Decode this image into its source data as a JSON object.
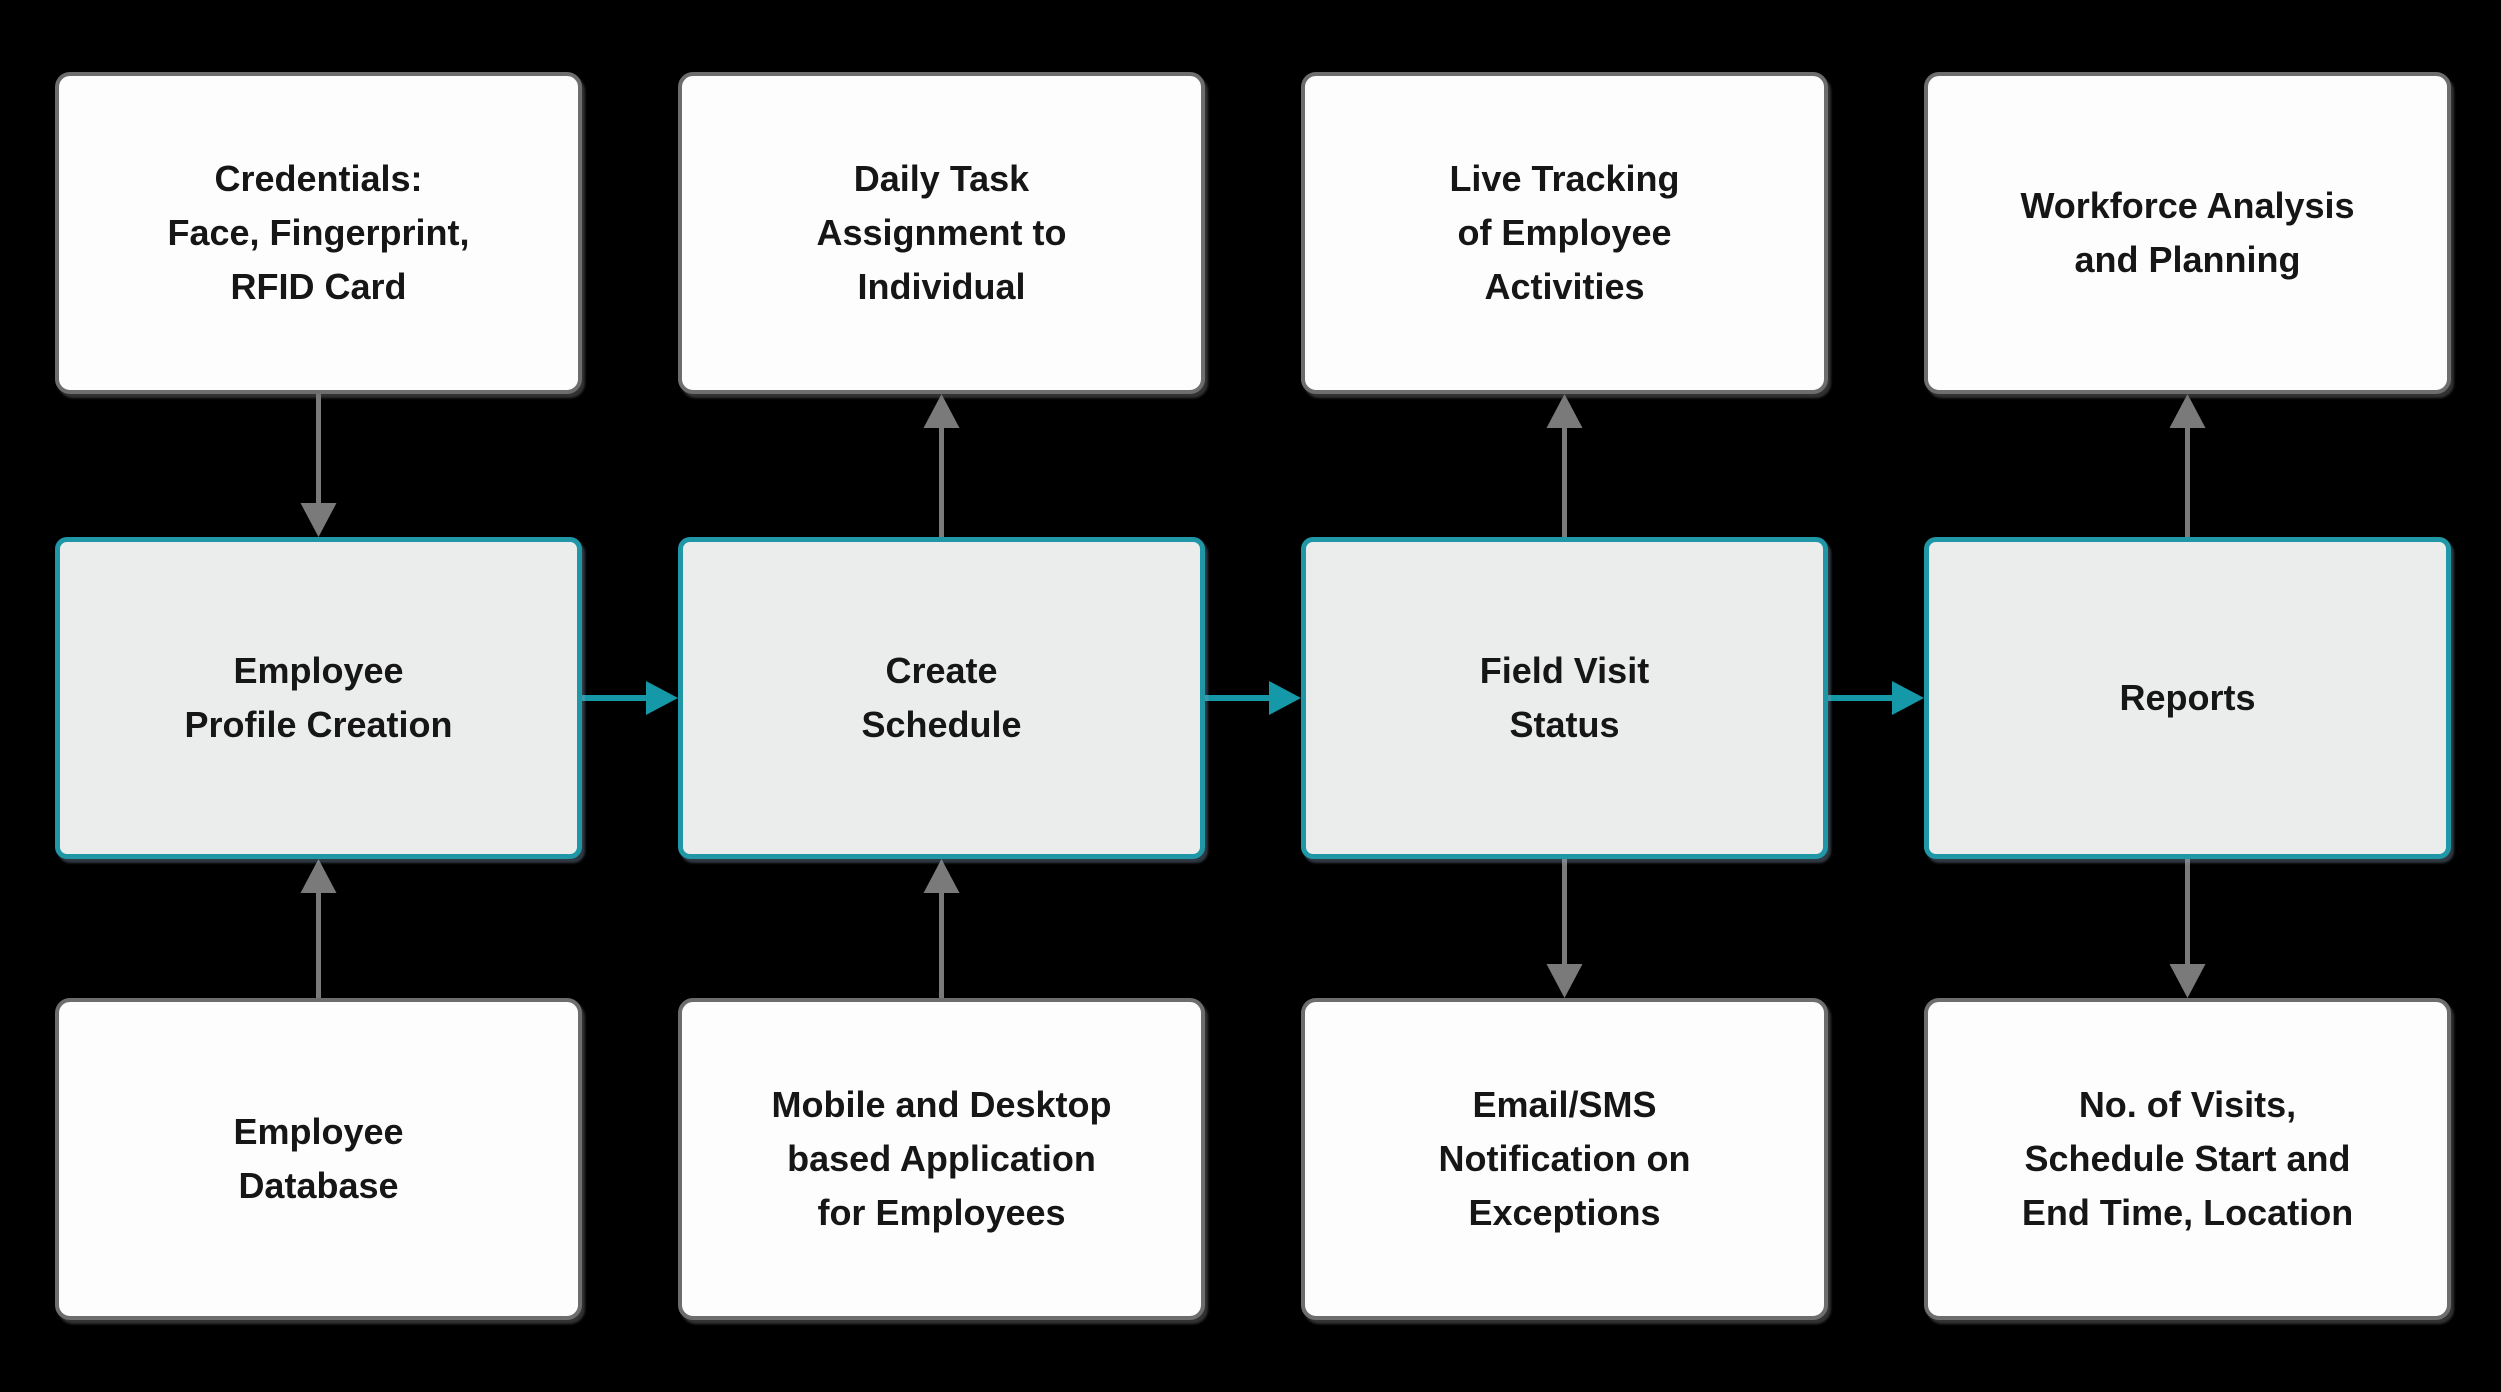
{
  "diagram": {
    "background_color": "#000000",
    "accent_teal": "#1598a7",
    "accent_border_teal": "#1f97a6",
    "arrow_gray": "#7a7a7a",
    "node_fill_plain": "#fdfdfd",
    "node_fill_accent": "#ebecec",
    "columns": [
      {
        "top": {
          "label": "Credentials:\nFace, Fingerprint,\nRFID Card"
        },
        "middle": {
          "label": "Employee\nProfile Creation"
        },
        "bottom": {
          "label": "Employee\nDatabase"
        }
      },
      {
        "top": {
          "label": "Daily Task\nAssignment to\nIndividual"
        },
        "middle": {
          "label": "Create\nSchedule"
        },
        "bottom": {
          "label": "Mobile and Desktop\nbased Application\nfor Employees"
        }
      },
      {
        "top": {
          "label": "Live Tracking\nof Employee\nActivities"
        },
        "middle": {
          "label": "Field Visit\nStatus"
        },
        "bottom": {
          "label": "Email/SMS\nNotification on\nExceptions"
        }
      },
      {
        "top": {
          "label": "Workforce Analysis\nand Planning"
        },
        "middle": {
          "label": "Reports"
        },
        "bottom": {
          "label": "No. of Visits,\nSchedule Start and\nEnd Time, Location"
        }
      }
    ],
    "arrows": [
      {
        "from": {
          "col": 0,
          "row": "top"
        },
        "to": {
          "col": 0,
          "row": "middle"
        },
        "color": "gray"
      },
      {
        "from": {
          "col": 0,
          "row": "bottom"
        },
        "to": {
          "col": 0,
          "row": "middle"
        },
        "color": "gray"
      },
      {
        "from": {
          "col": 1,
          "row": "middle"
        },
        "to": {
          "col": 1,
          "row": "top"
        },
        "color": "gray"
      },
      {
        "from": {
          "col": 1,
          "row": "bottom"
        },
        "to": {
          "col": 1,
          "row": "middle"
        },
        "color": "gray"
      },
      {
        "from": {
          "col": 2,
          "row": "middle"
        },
        "to": {
          "col": 2,
          "row": "top"
        },
        "color": "gray"
      },
      {
        "from": {
          "col": 2,
          "row": "middle"
        },
        "to": {
          "col": 2,
          "row": "bottom"
        },
        "color": "gray"
      },
      {
        "from": {
          "col": 3,
          "row": "middle"
        },
        "to": {
          "col": 3,
          "row": "top"
        },
        "color": "gray"
      },
      {
        "from": {
          "col": 3,
          "row": "middle"
        },
        "to": {
          "col": 3,
          "row": "bottom"
        },
        "color": "gray"
      },
      {
        "from": {
          "col": 0,
          "row": "middle"
        },
        "to": {
          "col": 1,
          "row": "middle"
        },
        "color": "teal"
      },
      {
        "from": {
          "col": 1,
          "row": "middle"
        },
        "to": {
          "col": 2,
          "row": "middle"
        },
        "color": "teal"
      },
      {
        "from": {
          "col": 2,
          "row": "middle"
        },
        "to": {
          "col": 3,
          "row": "middle"
        },
        "color": "teal"
      }
    ]
  }
}
